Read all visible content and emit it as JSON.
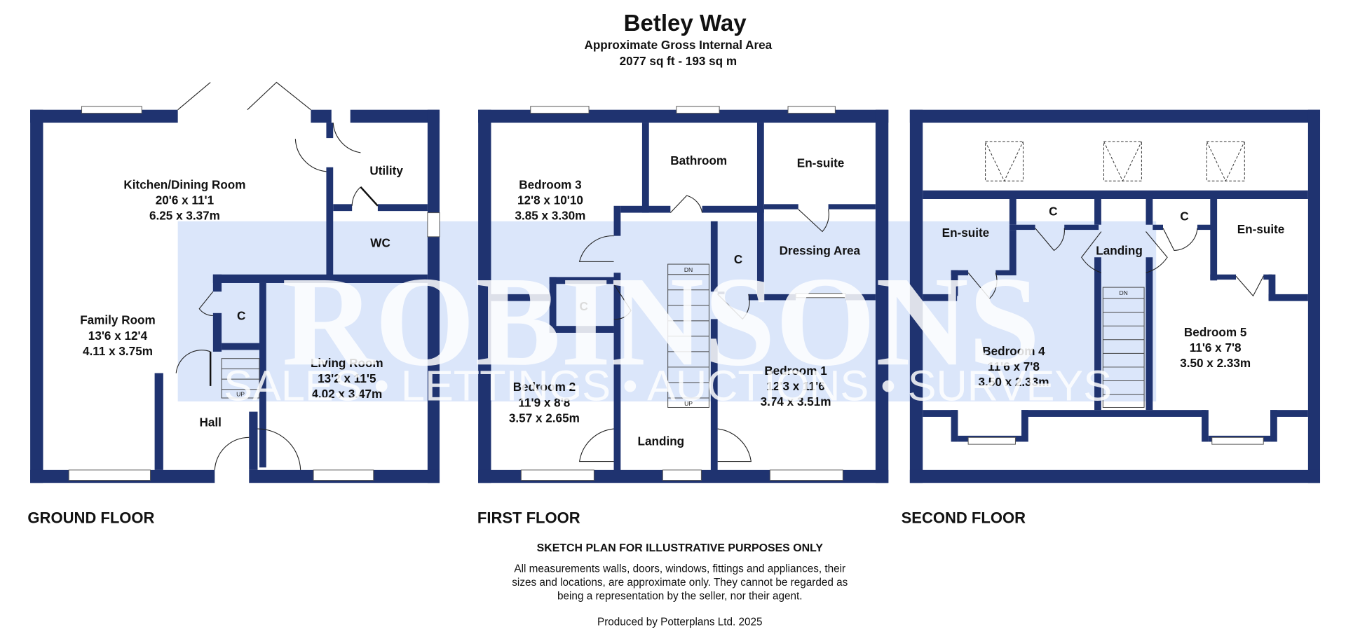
{
  "header": {
    "title": "Betley Way",
    "subtitle": "Approximate Gross Internal Area",
    "area": "2077 sq ft - 193 sq m"
  },
  "watermark": {
    "brand": "ROBINSONS",
    "tagline": "SALES • LETTINGS • AUCTIONS • SURVEYS",
    "color": "#dbe6fa"
  },
  "colors": {
    "wall": "#1f3370"
  },
  "floors": {
    "ground": {
      "label": "GROUND FLOOR",
      "rooms": [
        {
          "name": "Kitchen/Dining Room",
          "imperial": "20'6 x 11'1",
          "metric": "6.25 x 3.37m"
        },
        {
          "name": "Utility"
        },
        {
          "name": "WC"
        },
        {
          "name": "Family Room",
          "imperial": "13'6 x 12'4",
          "metric": "4.11 x 3.75m"
        },
        {
          "name": "C"
        },
        {
          "name": "Living Room",
          "imperial": "13'2 x 11'5",
          "metric": "4.02 x 3.47m"
        },
        {
          "name": "Hall"
        }
      ],
      "stair_label": "UP"
    },
    "first": {
      "label": "FIRST FLOOR",
      "rooms": [
        {
          "name": "Bedroom 3",
          "imperial": "12'8 x 10'10",
          "metric": "3.85 x 3.30m"
        },
        {
          "name": "Bathroom"
        },
        {
          "name": "En-suite"
        },
        {
          "name": "Dressing Area"
        },
        {
          "name": "C"
        },
        {
          "name": "C"
        },
        {
          "name": "Bedroom 2",
          "imperial": "11'9 x 8'8",
          "metric": "3.57 x 2.65m"
        },
        {
          "name": "Bedroom 1",
          "imperial": "12'3 x 11'6",
          "metric": "3.74 x 3.51m"
        },
        {
          "name": "Landing"
        }
      ],
      "stair_top": "DN",
      "stair_bottom": "UP"
    },
    "second": {
      "label": "SECOND FLOOR",
      "rooms": [
        {
          "name": "En-suite"
        },
        {
          "name": "C"
        },
        {
          "name": "Landing"
        },
        {
          "name": "C"
        },
        {
          "name": "En-suite"
        },
        {
          "name": "Bedroom 4",
          "imperial": "11'6 x 7'8",
          "metric": "3.50 x 2.33m"
        },
        {
          "name": "Bedroom 5",
          "imperial": "11'6 x 7'8",
          "metric": "3.50 x 2.33m"
        }
      ],
      "stair_top": "DN"
    }
  },
  "footer": {
    "heading": "SKETCH PLAN FOR ILLUSTRATIVE PURPOSES ONLY",
    "line1": "All measurements walls, doors, windows, fittings and appliances, their",
    "line2": "sizes and locations, are approximate only. They cannot be regarded as",
    "line3": "being a representation by the seller, nor their agent.",
    "credit": "Produced by Potterplans Ltd. 2025"
  }
}
